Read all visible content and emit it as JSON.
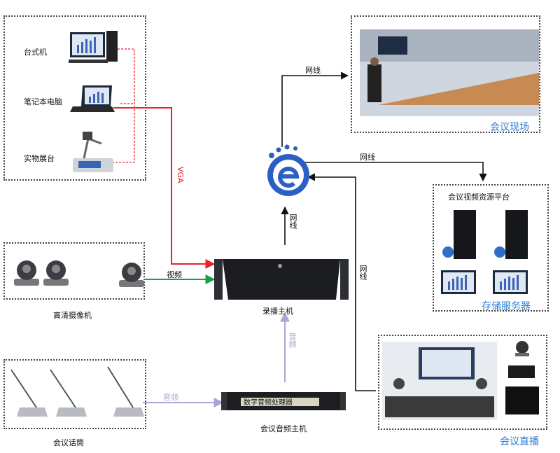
{
  "sources": {
    "desktop": "台式机",
    "laptop": "笔记本电脑",
    "document_camera": "实物展台"
  },
  "devices": {
    "hd_camera": "高清摄像机",
    "recording_host": "录播主机",
    "microphone": "会议话筒",
    "audio_host": "会议音频主机",
    "audio_processor_plate": "数字音频处理器"
  },
  "destinations": {
    "meeting_site": "会议现场",
    "resource_platform": "会议视频资源平台",
    "storage_server": "存储服务器",
    "live_broadcast": "会议直播"
  },
  "connections": {
    "vga": "VGA",
    "video": "视频",
    "audio_1": "音频",
    "audio_2": "音频",
    "network_up": "网线",
    "network_site": "网线",
    "network_platform": "网线",
    "network_live": "网线"
  },
  "colors": {
    "vga": "#e8232a",
    "video": "#19a047",
    "audio": "#a9a6d6",
    "network": "#111111",
    "caption": "#2a7fd4"
  }
}
